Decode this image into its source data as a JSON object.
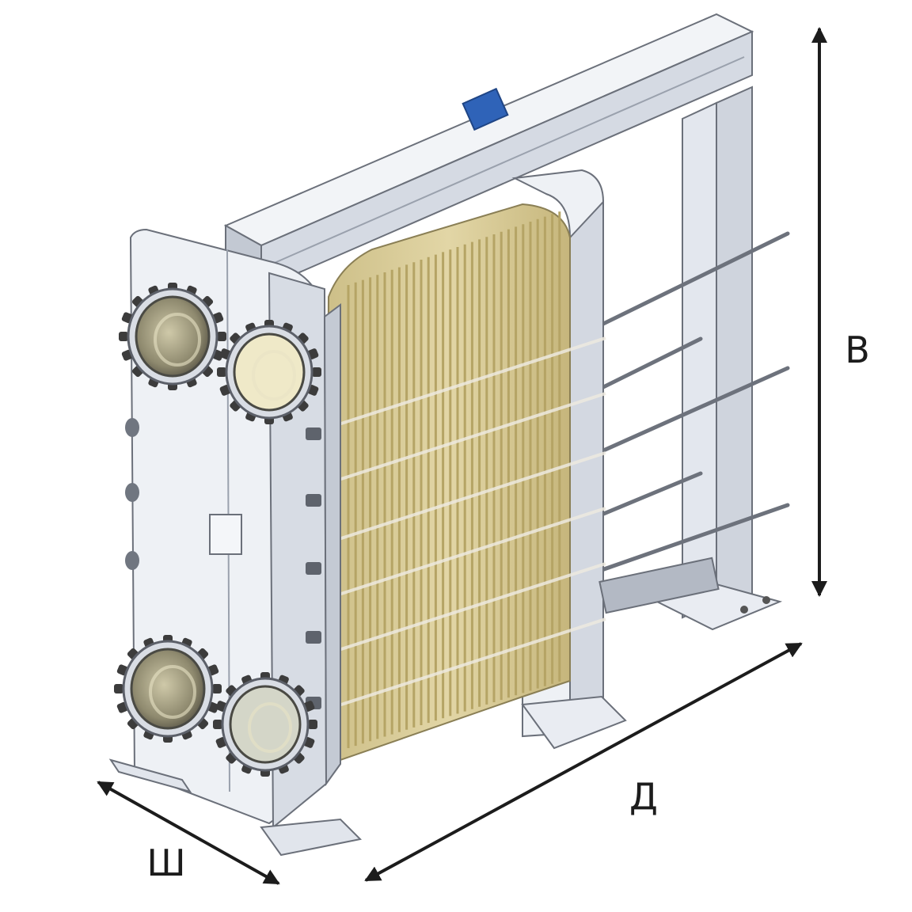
{
  "dimensions": {
    "height_label": "В",
    "length_label": "Д",
    "width_label": "Ш"
  },
  "colors": {
    "frame": "#e9ecf2",
    "frame_shade": "#cfd4dd",
    "outline": "#6b707a",
    "plate_pack": "#d9cc9a",
    "plate_ridge": "#bfae70",
    "nozzle": "#a9a283",
    "gasket_teeth": "#3c3c3c",
    "clamp_accent": "#2f63b8",
    "dimension_arrow": "#1c1c1c"
  }
}
